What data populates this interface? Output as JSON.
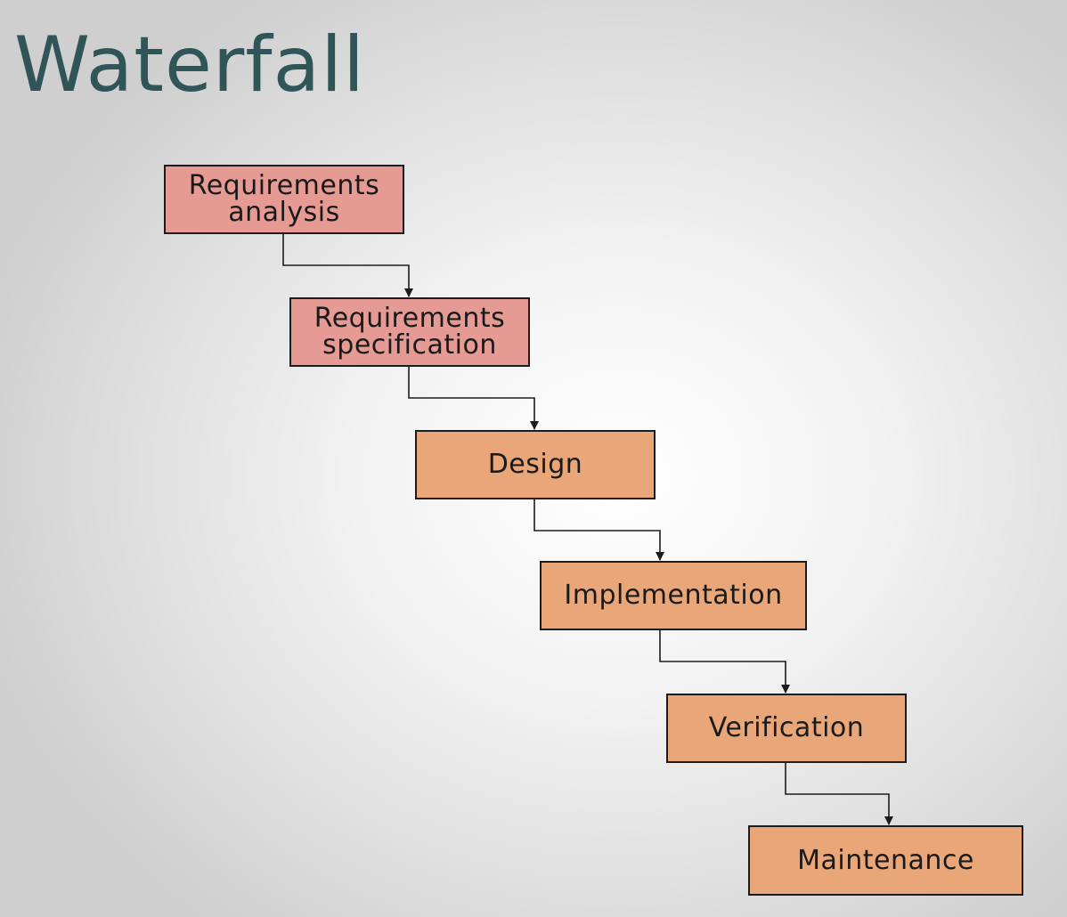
{
  "slide": {
    "title": "Waterfall"
  },
  "diagram": {
    "type": "waterfall-process",
    "colors": {
      "requirements_fill": "#e59a93",
      "process_fill": "#e8a679",
      "border": "#1c1c1c",
      "connector": "#1c1c1c",
      "title": "#2f5558"
    },
    "stages": [
      {
        "id": "requirements-analysis",
        "label": "Requirements\nanalysis",
        "group": "requirements"
      },
      {
        "id": "requirements-specification",
        "label": "Requirements\nspecification",
        "group": "requirements"
      },
      {
        "id": "design",
        "label": "Design",
        "group": "process"
      },
      {
        "id": "implementation",
        "label": "Implementation",
        "group": "process"
      },
      {
        "id": "verification",
        "label": "Verification",
        "group": "process"
      },
      {
        "id": "maintenance",
        "label": "Maintenance",
        "group": "process"
      }
    ],
    "edges": [
      {
        "from": "requirements-analysis",
        "to": "requirements-specification"
      },
      {
        "from": "requirements-specification",
        "to": "design"
      },
      {
        "from": "design",
        "to": "implementation"
      },
      {
        "from": "implementation",
        "to": "verification"
      },
      {
        "from": "verification",
        "to": "maintenance"
      }
    ]
  }
}
